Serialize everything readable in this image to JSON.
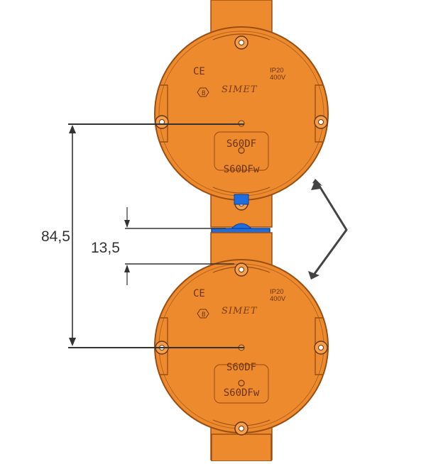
{
  "dimensions": {
    "center_distance": "84,5",
    "connector_gap": "13,5"
  },
  "box_markings": {
    "ce_mark": "CE",
    "b_mark": "B",
    "brand": "SIMET",
    "ip_rating": "IP20",
    "voltage": "400V",
    "model_primary": "S60DF",
    "model_secondary": "S60DFw"
  },
  "colors": {
    "box_orange": "#ee8a2e",
    "box_outline": "#9a4e12",
    "connector_blue": "#1f6ee0",
    "dimension_line": "#333333",
    "arrow": "#444444"
  }
}
